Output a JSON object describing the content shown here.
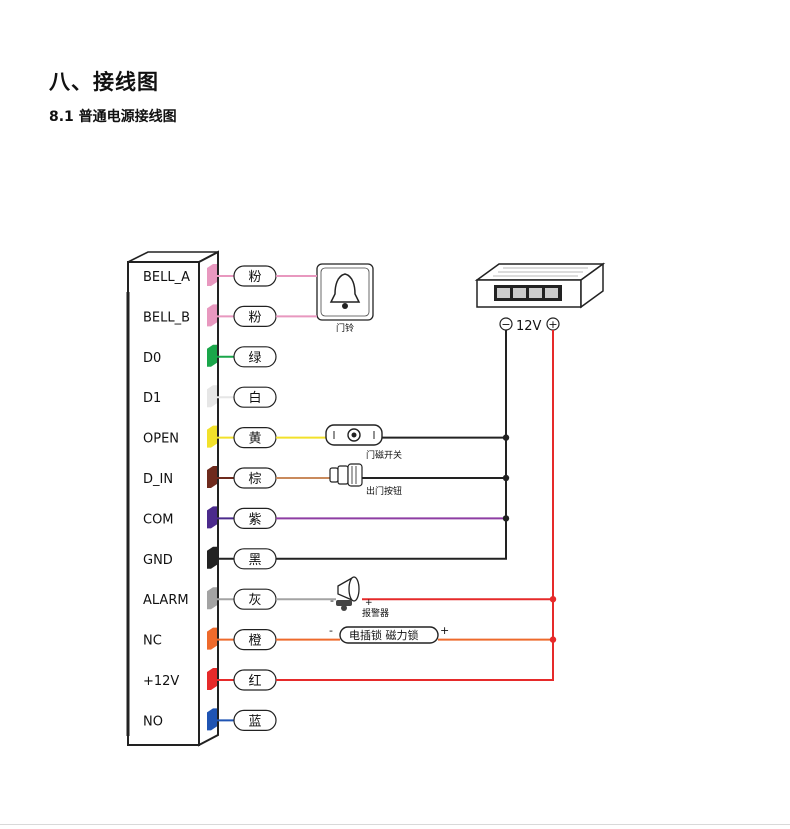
{
  "heading": {
    "section": "八、接线图",
    "subsection": "8.1  普通电源接线图"
  },
  "terminals": [
    {
      "label": "BELL_A",
      "wire_label": "粉",
      "color": "#e898bf"
    },
    {
      "label": "BELL_B",
      "wire_label": "粉",
      "color": "#e898bf"
    },
    {
      "label": "D0",
      "wire_label": "绿",
      "color": "#1aa64a"
    },
    {
      "label": "D1",
      "wire_label": "白",
      "color": "#e6e6e6"
    },
    {
      "label": "OPEN",
      "wire_label": "黄",
      "color": "#f2e12a"
    },
    {
      "label": "D_IN",
      "wire_label": "棕",
      "color": "#6e2a1d"
    },
    {
      "label": "COM",
      "wire_label": "紫",
      "color": "#4b2a8c"
    },
    {
      "label": "GND",
      "wire_label": "黑",
      "color": "#222222"
    },
    {
      "label": "ALARM",
      "wire_label": "灰",
      "color": "#a3a3a3"
    },
    {
      "label": "NC",
      "wire_label": "橙",
      "color": "#ee6a2c"
    },
    {
      "label": "+12V",
      "wire_label": "红",
      "color": "#e62a2a"
    },
    {
      "label": "NO",
      "wire_label": "蓝",
      "color": "#1f54b3"
    }
  ],
  "wire_colors": {
    "pink": "#e898bf",
    "yellow": "#f2e12a",
    "brown": "#c98a5c",
    "purple": "#8e3da3",
    "black": "#222222",
    "gray": "#a3a3a3",
    "orange": "#ee6a2c",
    "red": "#e62a2a"
  },
  "devices": {
    "bell": "门铃",
    "door_sensor": "门磁开关",
    "exit_button": "出门按钮",
    "siren": "报警器",
    "lock": "电插锁 磁力锁",
    "power_supply": "12V"
  },
  "polarity": {
    "minus": "−",
    "plus": "+",
    "dash": "-"
  },
  "icons": {
    "bell": "bell-icon",
    "door_sensor": "door-sensor-icon",
    "exit_button": "exit-button-icon",
    "siren": "siren-icon",
    "power_supply": "power-supply-icon"
  }
}
